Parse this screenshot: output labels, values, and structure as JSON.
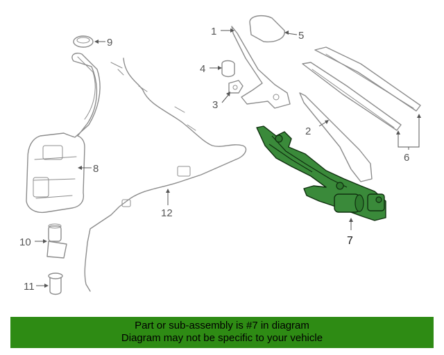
{
  "callouts": {
    "c1": "1",
    "c2": "2",
    "c3": "3",
    "c4": "4",
    "c5": "5",
    "c6": "6",
    "c7": "7",
    "c8": "8",
    "c9": "9",
    "c10": "10",
    "c11": "11",
    "c12": "12"
  },
  "highlighted_part": "7",
  "colors": {
    "highlight": "#3a8a3a",
    "banner": "#2e8b14",
    "line_art": "#8c8c8c"
  },
  "banner": {
    "line1": "Part or sub-assembly is #7 in diagram",
    "line2": "Diagram may not be specific to your vehicle"
  }
}
